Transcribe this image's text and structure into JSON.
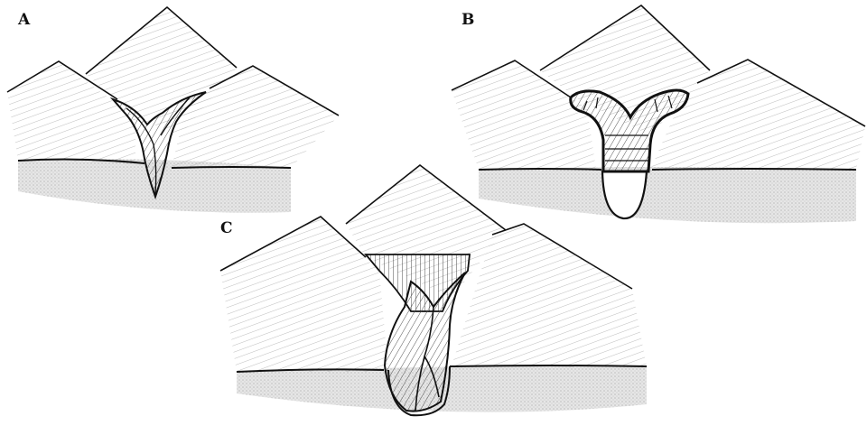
{
  "panels": {
    "a": {
      "label": "A"
    },
    "b": {
      "label": "B"
    },
    "c": {
      "label": "C"
    }
  },
  "colors": {
    "ink": "#111111",
    "shade": "#bdbdbd",
    "ground": "#d0d0d0"
  }
}
